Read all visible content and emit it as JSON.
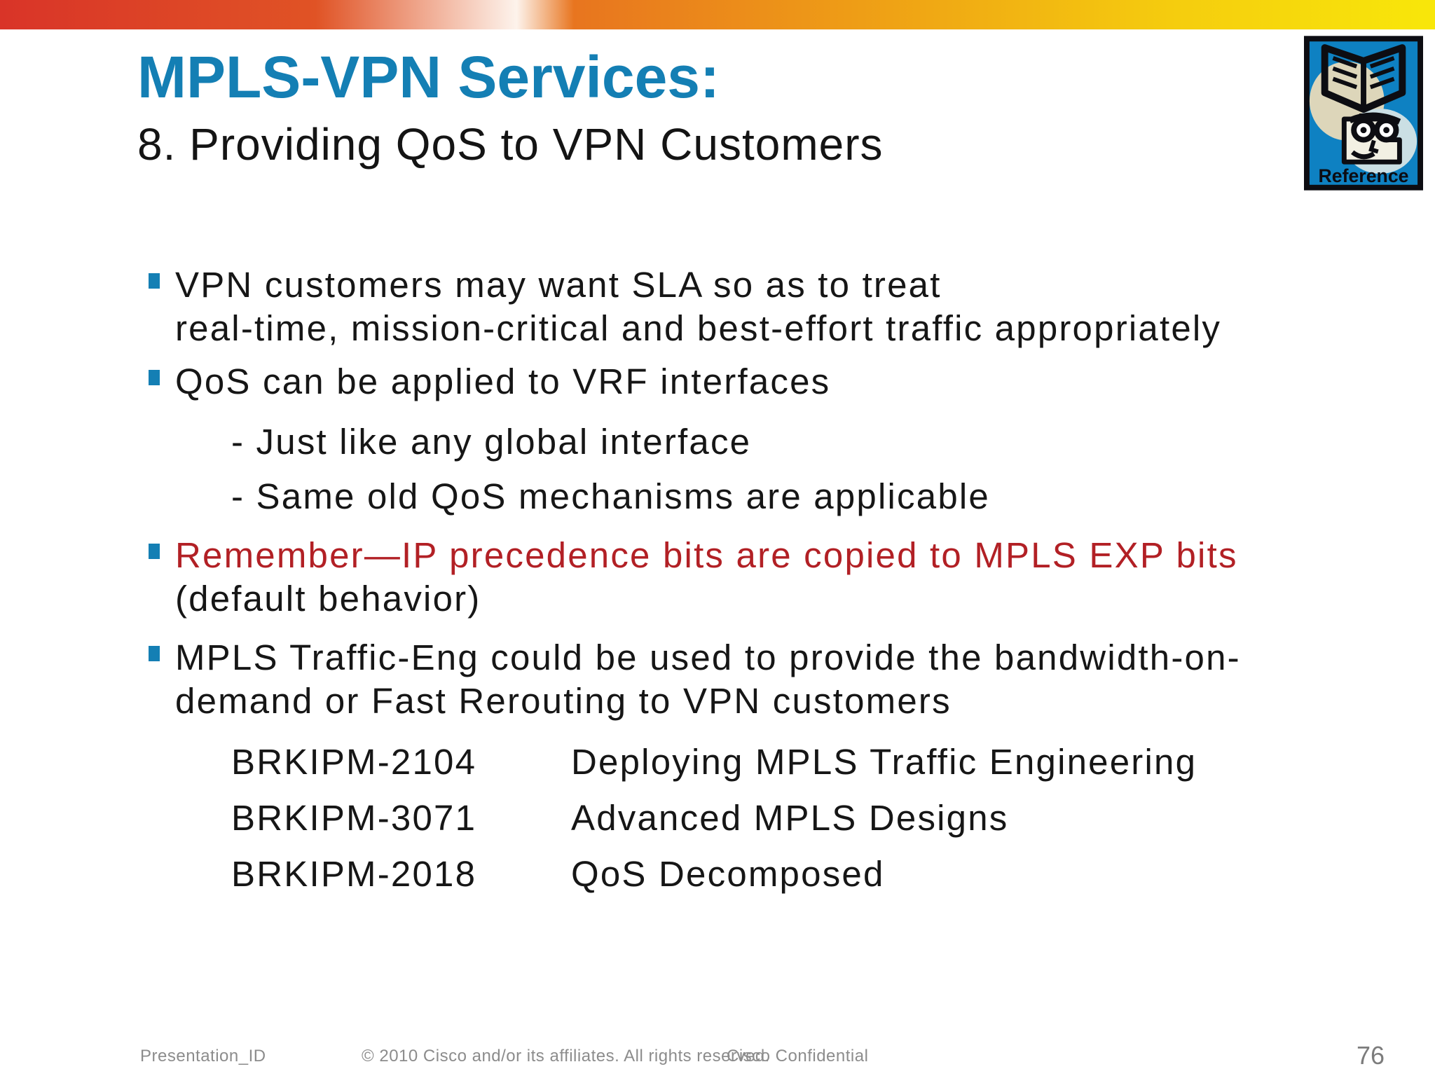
{
  "header": {
    "title": "MPLS-VPN Services:",
    "subtitle": "8. Providing QoS to VPN Customers"
  },
  "badge": {
    "label": "Reference"
  },
  "bullets": {
    "b1_line1": "VPN customers may want SLA so as to treat",
    "b1_line2": "real-time, mission-critical and best-effort traffic appropriately",
    "b2": "QoS can be applied to VRF interfaces",
    "b2_sub1": "- Just like any global interface",
    "b2_sub2": "- Same old QoS mechanisms are applicable",
    "b3_red": "Remember—IP precedence bits are copied to MPLS EXP bits",
    "b3_black": "(default behavior)",
    "b4_line1": "MPLS Traffic-Eng could be used to provide the bandwidth-on-",
    "b4_line2": "demand or Fast Rerouting to VPN customers"
  },
  "sessions": [
    {
      "code": "BRKIPM-2104",
      "title": "Deploying MPLS Traffic Engineering"
    },
    {
      "code": "BRKIPM-3071",
      "title": "Advanced MPLS Designs"
    },
    {
      "code": "BRKIPM-2018",
      "title": "QoS Decomposed"
    }
  ],
  "footer": {
    "presentation_id": "Presentation_ID",
    "copyright": "© 2010 Cisco and/or its affiliates. All rights reserved.",
    "confidential": "Cisco Confidential",
    "page_number": "76"
  },
  "colors": {
    "title_blue": "#147fb4",
    "accent_red": "#b22025",
    "bar_gradient_left": "#d93428",
    "bar_gradient_right": "#f8e70a",
    "badge_blue": "#0e81c2"
  }
}
